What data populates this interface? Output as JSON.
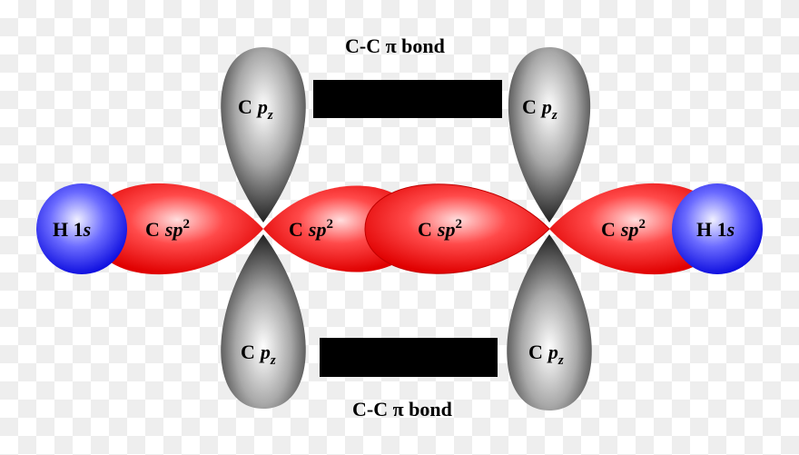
{
  "title_top": "C-C π bond",
  "title_bottom": "C-C π bond",
  "labels": {
    "h1s": "H 1",
    "s": "s",
    "c": "C",
    "sp": "sp",
    "sup2": "2",
    "p": "p",
    "subz": "z"
  },
  "colors": {
    "sp2": "#ff0000",
    "h1s": "#0000ff",
    "pz": "#444444",
    "pi_bond": "#000000"
  }
}
